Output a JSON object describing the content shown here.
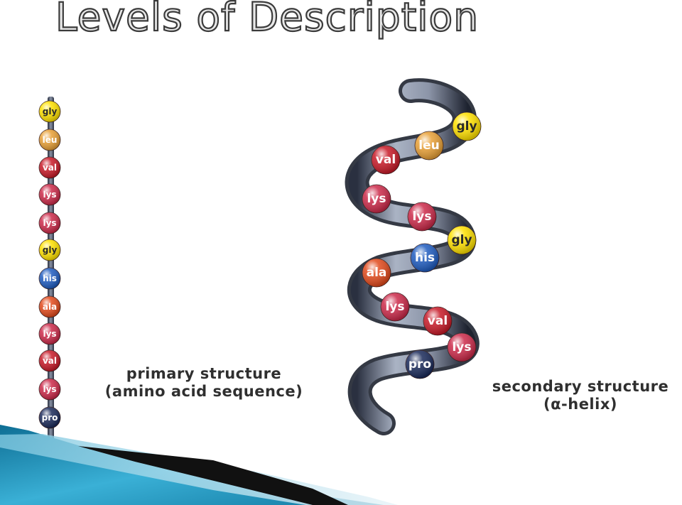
{
  "slide": {
    "title": "Levels of Description"
  },
  "primary": {
    "caption_line1": "primary structure",
    "caption_line2": "(amino acid sequence)",
    "beads": [
      {
        "label": "gly",
        "color": "#ffe100",
        "dark_text": true
      },
      {
        "label": "leu",
        "color": "#e8a036",
        "dark_text": false
      },
      {
        "label": "val",
        "color": "#c81a28",
        "dark_text": false
      },
      {
        "label": "lys",
        "color": "#cc2a4a",
        "dark_text": false
      },
      {
        "label": "lys",
        "color": "#cc2a4a",
        "dark_text": false
      },
      {
        "label": "gly",
        "color": "#ffe100",
        "dark_text": true
      },
      {
        "label": "his",
        "color": "#1f5cc0",
        "dark_text": false
      },
      {
        "label": "ala",
        "color": "#e24a1c",
        "dark_text": false
      },
      {
        "label": "lys",
        "color": "#cc2a4a",
        "dark_text": false
      },
      {
        "label": "val",
        "color": "#c81a28",
        "dark_text": false
      },
      {
        "label": "lys",
        "color": "#cc2a4a",
        "dark_text": false
      },
      {
        "label": "pro",
        "color": "#1a2a5a",
        "dark_text": false
      }
    ]
  },
  "secondary": {
    "caption_line1": "secondary structure",
    "caption_line2": "(α-helix)",
    "beads": [
      {
        "label": "gly",
        "color": "#ffe100",
        "dark_text": true
      },
      {
        "label": "leu",
        "color": "#e8a036",
        "dark_text": false
      },
      {
        "label": "val",
        "color": "#c81a28",
        "dark_text": false
      },
      {
        "label": "lys",
        "color": "#cc2a4a",
        "dark_text": false
      },
      {
        "label": "lys",
        "color": "#cc2a4a",
        "dark_text": false
      },
      {
        "label": "gly",
        "color": "#ffe100",
        "dark_text": true
      },
      {
        "label": "his",
        "color": "#1f5cc0",
        "dark_text": false
      },
      {
        "label": "ala",
        "color": "#e24a1c",
        "dark_text": false
      },
      {
        "label": "lys",
        "color": "#cc2a4a",
        "dark_text": false
      },
      {
        "label": "val",
        "color": "#c81a28",
        "dark_text": false
      },
      {
        "label": "lys",
        "color": "#cc2a4a",
        "dark_text": false
      },
      {
        "label": "pro",
        "color": "#1a2a5a",
        "dark_text": false
      }
    ]
  },
  "theme": {
    "title_fill": "#e9e9e9",
    "title_stroke": "#3b3b3b",
    "backbone_light": "#9aa3b4",
    "backbone_dark": "#1e2330",
    "accent_blue": "#1b8bb4",
    "accent_black": "#111111"
  }
}
